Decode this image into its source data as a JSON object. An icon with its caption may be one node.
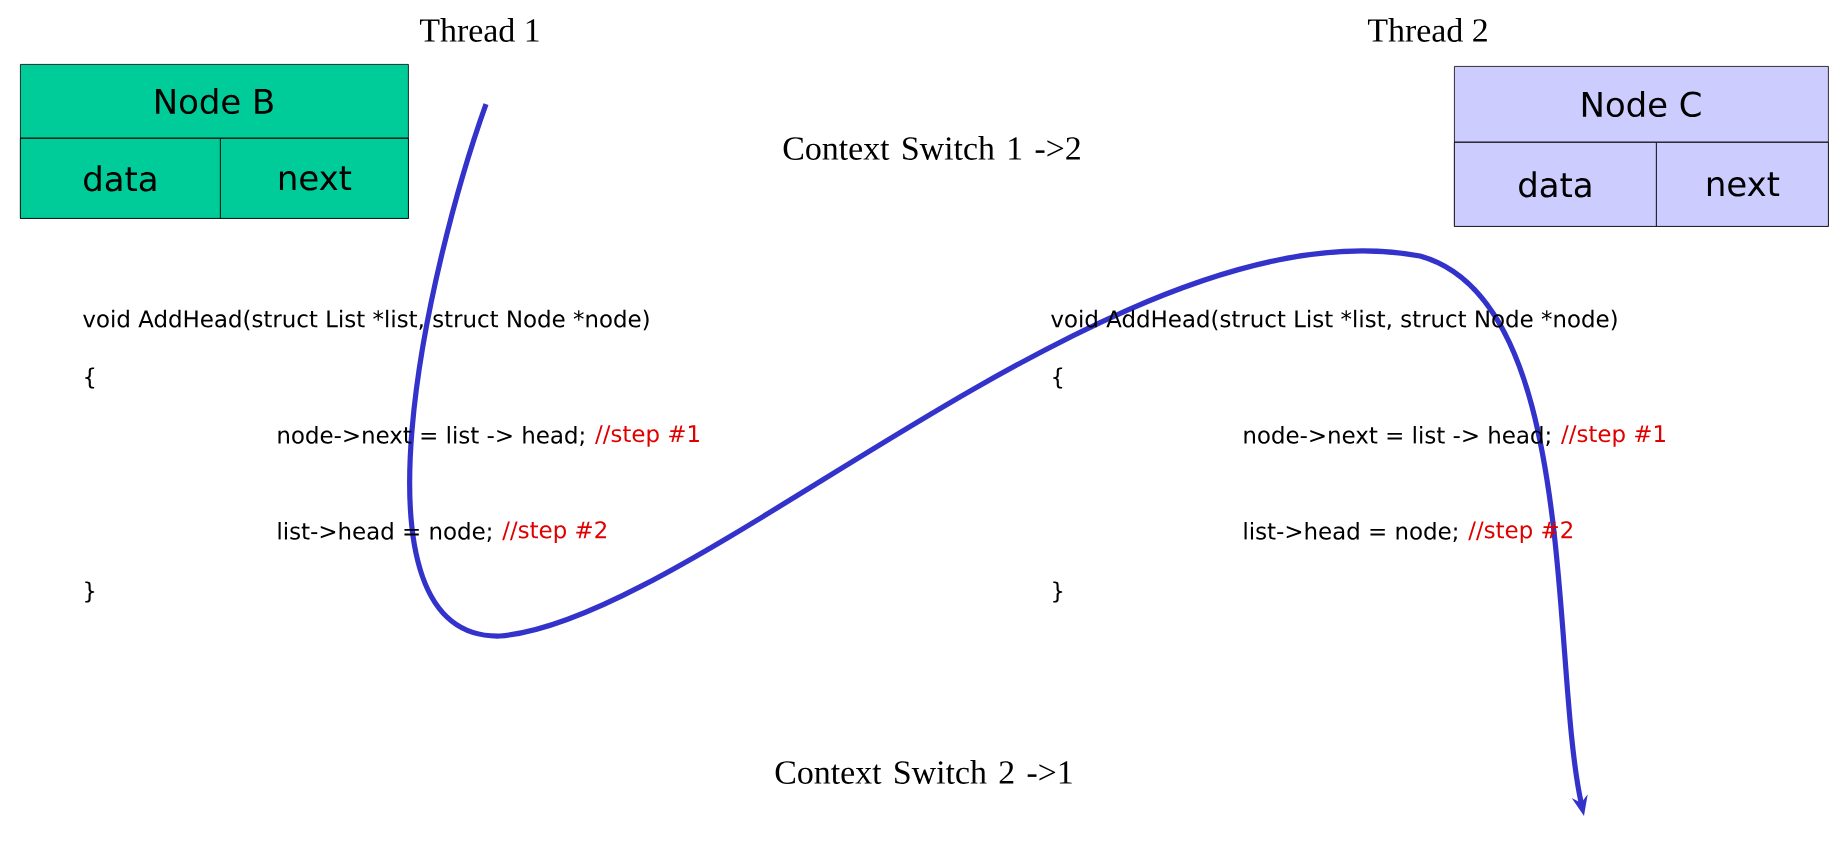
{
  "diagram": {
    "nodes": [
      {
        "text": [
          "Node B"
        ]
      },
      {
        "text": [
          "data"
        ],
        "in": 0
      },
      {
        "text": [
          "next"
        ],
        "in": 0
      },
      {
        "text": [
          "Node C"
        ]
      },
      {
        "text": [
          "data"
        ],
        "in": 3
      },
      {
        "text": [
          "next"
        ],
        "in": 3
      }
    ],
    "edges": [],
    "labels": [
      "Thread 1",
      "Thread 2",
      "Context Switch 1 ->2",
      "void AddHead(struct List *list, struct Node *node)",
      "void AddHead(struct List *list, struct Node *node)",
      "{",
      "{",
      "node->next = list -> head;",
      "//step #1",
      "node->next = list -> head;",
      "//step #1",
      "list->head = node;",
      "//step #2",
      "list->head = node;",
      "//step #2",
      "}",
      "}",
      "Context Switch 2 ->1"
    ]
  }
}
